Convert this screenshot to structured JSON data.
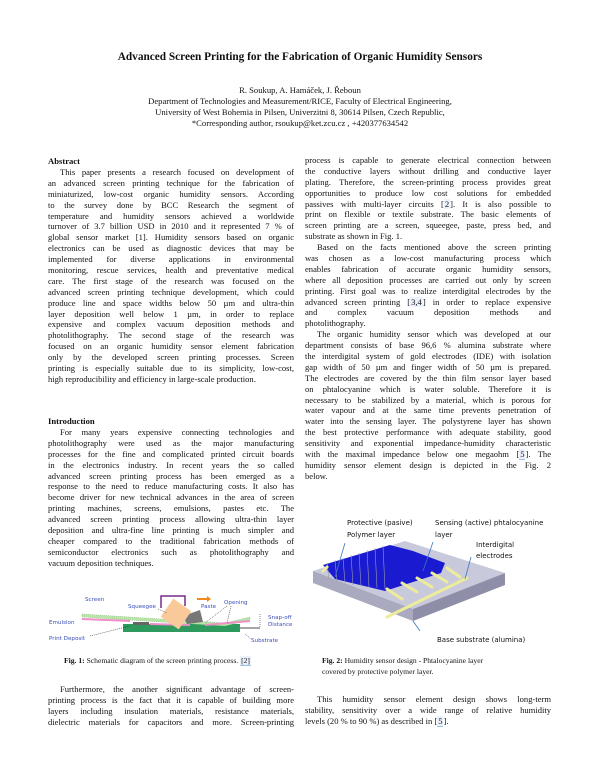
{
  "title": "Advanced Screen Printing for the Fabrication of Organic Humidity Sensors",
  "authors": "R. Soukup, A. Hamáček, J. Řeboun",
  "affiliation": [
    "Department of Technologies and Measurement/RICE, Faculty of Electrical Engineering,",
    "University of West Bohemia in Pilsen, Univerzitni 8, 30614 Pilsen, Czech Republic,",
    "*Corresponding author, rsoukup@ket.zcu.cz , +420377634542"
  ],
  "abstract": {
    "heading": "Abstract",
    "lines": [
      "This paper presents a research focused on development of",
      "an advanced screen printing technique for the fabrication of",
      "miniaturized, low-cost organic humidity sensors.  According",
      "to the survey done by BCC Research the segment of",
      "temperature and humidity sensors achieved a worldwide",
      "turnover of 3.7 billion USD in 2010 and it represented 7 % of",
      "global sensor market [1].  Humidity sensors based on organic",
      "electronics can be used as diagnostic devices that may be",
      "implemented for diverse applications in environmental",
      "monitoring, rescue services, health and preventative medical",
      "care. The first stage of the research was focused on the",
      "advanced screen printing technique development, which could",
      "produce line and space widths below 50 µm and ultra-thin",
      "layer deposition well below 1 µm, in order to replace",
      "expensive and complex vacuum deposition methods and",
      "photolithography. The second stage of the research was",
      "focused on an organic humidity sensor  element fabrication",
      "only by the developed screen printing processes. Screen",
      "printing is especially suitable due to its simplicity, low-cost,",
      "high reproducibility and efficiency in large-scale production."
    ]
  },
  "introduction": {
    "heading": "Introduction",
    "lines": [
      "For many years expensive connecting technologies and",
      "photolithography were used as the major manufacturing",
      "processes for the fine and complicated printed circuit boards",
      "in the electronics industry.  In recent years the so called",
      "advanced screen printing process has been emerged as a",
      "response to the need to reduce manufacturing costs. It also has",
      "become driver for new technical advances in the area of screen",
      "printing machines, screens, emulsions, pastes etc. The",
      "advanced screen printing process allowing ultra-thin layer",
      "deposition and ultra-fine line printing is much simpler and",
      "cheaper compared to the traditional fabrication methods of",
      "semiconductor electronics such as photolithography and",
      "vacuum deposition techniques."
    ]
  },
  "figure1": {
    "labels": {
      "screen": "Screen",
      "squeegee": "Squeegee",
      "paste": "Paste",
      "opening": "Opening",
      "emulsion": "Emulsion",
      "snapoff1": "Snap-off",
      "snapoff2": "Distance",
      "print_deposit": "Print Deposit",
      "substrate": "Substrate"
    },
    "caption_label": "Fig. 1:",
    "caption_text": " Schematic diagram of the screen printing process. ",
    "caption_cite": "[2]",
    "colors": {
      "screen_frame": "#7a2a8c",
      "squeegee": "#f9c99a",
      "emulsion": "#ef8fc8",
      "mesh": "#b9e6a8",
      "substrate": "#2e9a5e",
      "arrow": "#f08a1c",
      "label": "#3b4fb8"
    }
  },
  "furthermore": {
    "lines": [
      "Furthermore, the another significant advantage of screen-",
      "printing process is the fact that it is capable of building more",
      "layers including insulation materials, resistance materials,",
      "dielectric materials for capacitors and more. Screen-printing"
    ]
  },
  "right": {
    "para1": [
      "process is capable to generate electrical connection between",
      "the conductive layers without drilling and conductive layer",
      "plating. Therefore, the screen-printing process provides great",
      "opportunities to produce low cost solutions for embedded",
      "passives with multi-layer circuits [2]. It is also possible to",
      "print on flexible or textile substrate.  The basic elements of",
      "screen printing are a screen, squeegee, paste, press bed, and",
      "substrate as shown in Fig. 1."
    ],
    "para2": [
      "Based on the facts mentioned above the screen printing",
      "was chosen as a low-cost manufacturing process which",
      "enables fabrication of accurate organic humidity sensors,",
      "where all deposition processes are carried out only by screen",
      "printing. First goal was to realize interdigital electrodes by the",
      "advanced screen printing [3,4] in order to replace expensive",
      "and complex vacuum deposition methods and",
      "photolithography."
    ],
    "para3": [
      "The organic humidity sensor which was developed at our",
      "department consists of base 96,6 % alumina substrate where",
      "the interdigital system of gold electrodes (IDE) with isolation",
      "gap width of 50 µm and finger width of 50 µm is prepared.",
      "The electrodes are covered by the thin film sensor layer based",
      "on phtalocyanine which is water soluble. Therefore it is",
      "necessary to be stabilized by a material, which is porous for",
      "water vapour and at the same time prevents penetration of",
      "water into the sensing layer. The polystyrene layer has shown",
      "the best protective performance with adequate stability, good",
      "sensitivity and exponential impedance-humidity characteristic",
      "with the maximal impedance below one megaohm [5]. The",
      "humidity sensor element design is depicted in the Fig. 2",
      "below."
    ],
    "para4": [
      "This humidity sensor element design shows long-term",
      "stability, sensitivity over a wide range of relative humidity",
      "levels (20 % to 90 %) as described in [5]."
    ]
  },
  "figure2": {
    "labels": {
      "protective1": "Protective (pasive)",
      "protective2": "Polymer layer",
      "sensing1": "Sensing (active) phtalocyanine",
      "sensing2": "layer",
      "ide1": "Interdigital",
      "ide2": "electrodes",
      "base": "Base substrate (alumina)"
    },
    "caption_label": "Fig. 2:",
    "caption_lines": [
      " Humidity sensor design - Phtalocyanine layer",
      "covered by protective polymer layer."
    ],
    "colors": {
      "substrate": "#c9c9dc",
      "sensing": "#1a1ad0",
      "electrode": "#ecec9a",
      "leader": "#3a78c0"
    }
  }
}
